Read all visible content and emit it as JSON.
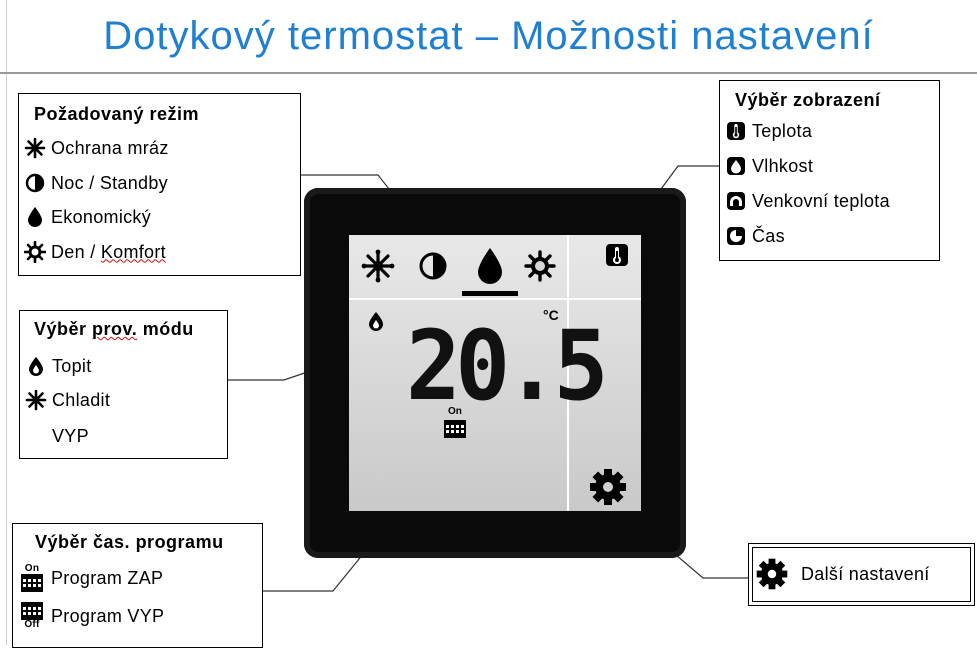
{
  "title": "Dotykový termostat – Možnosti nastavení",
  "mode_box": {
    "heading": "Požadovaný režim",
    "items": [
      {
        "icon": "snowflake-icon",
        "label": "Ochrana mráz"
      },
      {
        "icon": "half-moon-icon",
        "label": "Noc / Standby"
      },
      {
        "icon": "drop-icon",
        "label": "Ekonomický"
      },
      {
        "icon": "sun-icon",
        "label_prefix": "Den / ",
        "label_underlined": "Komfort"
      }
    ]
  },
  "operation_box": {
    "heading_prefix": "Výběr ",
    "heading_underlined": "prov.",
    "heading_suffix": " módu",
    "items": [
      {
        "icon": "flame-icon",
        "label": "Topit"
      },
      {
        "icon": "snowflake-icon",
        "label": "Chladit"
      },
      {
        "icon": "",
        "label": "VYP"
      }
    ]
  },
  "program_box": {
    "heading": "Výběr čas. programu",
    "items": [
      {
        "icon": "calendar-on-icon",
        "icon_text": "On",
        "label": "Program ZAP"
      },
      {
        "icon": "calendar-off-icon",
        "icon_text": "Off",
        "label": "Program VYP"
      }
    ]
  },
  "display_box": {
    "heading": "Výběr zobrazení",
    "items": [
      {
        "icon": "thermometer-icon",
        "label": "Teplota"
      },
      {
        "icon": "humidity-icon",
        "label": "Vlhkost"
      },
      {
        "icon": "outdoor-temp-icon",
        "label": "Venkovní teplota"
      },
      {
        "icon": "clock-icon",
        "label": "Čas"
      }
    ]
  },
  "further_box": {
    "icon": "gear-icon",
    "label": "Další nastavení"
  },
  "thermostat": {
    "temperature": "20.5",
    "unit": "°C",
    "program_indicator": "On"
  },
  "colors": {
    "title": "#1f7fd0",
    "device": "#0a0a0a",
    "screen": "#d8d8d8"
  }
}
